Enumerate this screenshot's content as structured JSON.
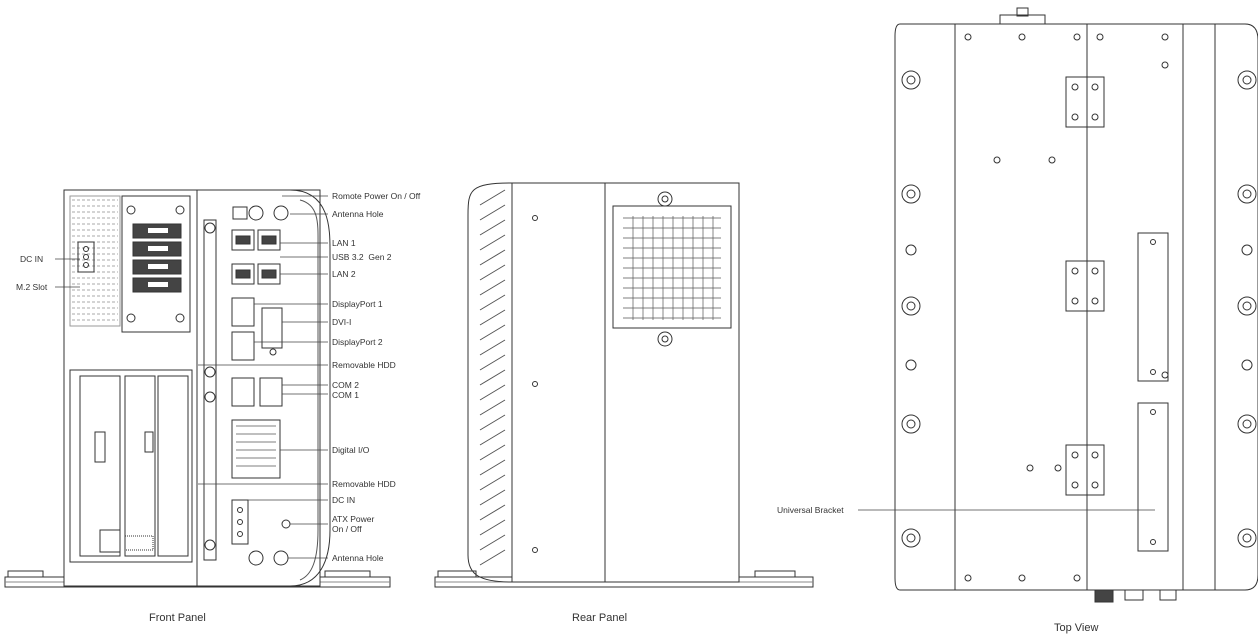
{
  "views": {
    "front": {
      "caption": "Front Panel",
      "left_callouts": [
        "DC IN",
        "M.2 Slot"
      ],
      "right_callouts": [
        "Romote Power On / Off",
        "Antenna Hole",
        "LAN 1",
        "USB 3.2  Gen 2",
        "LAN 2",
        "DisplayPort 1",
        "DVI-I",
        "DisplayPort 2",
        "Removable HDD",
        "COM 2",
        "COM 1",
        "Digital I/O",
        "Removable HDD",
        "DC IN",
        "ATX Power",
        "On / Off",
        "Antenna Hole"
      ]
    },
    "rear": {
      "caption": "Rear Panel"
    },
    "top": {
      "caption": "Top View",
      "callouts": [
        "Universal Bracket"
      ]
    }
  }
}
